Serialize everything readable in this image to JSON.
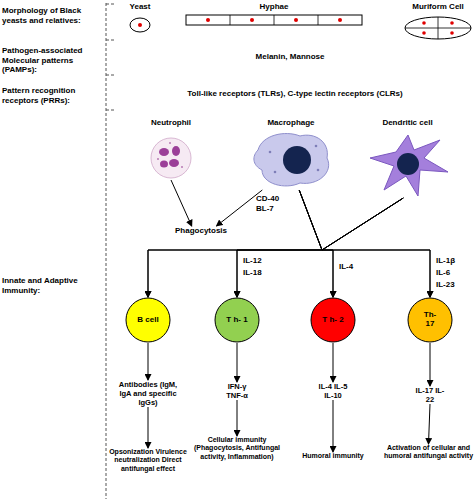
{
  "diagram": {
    "nodes": [
      {
        "text": [
          "Yeast"
        ]
      },
      {
        "text": [
          "Hyphae"
        ]
      },
      {
        "text": [
          "Muriform Cell"
        ]
      },
      {
        "text": [
          "Neutrophil"
        ]
      },
      {
        "text": [
          "Macrophage"
        ]
      },
      {
        "text": [
          "Dendritic cell"
        ]
      },
      {
        "text": [
          "Phagocytosis"
        ]
      },
      {
        "text": [
          "B cell"
        ]
      },
      {
        "text": [
          "T h- 1"
        ]
      },
      {
        "text": [
          "T h- 2"
        ]
      },
      {
        "text": [
          "Th- 17"
        ]
      },
      {
        "text": [
          "Antibodies (IgM, IgA and specific IgGs)"
        ]
      },
      {
        "text": [
          "IFN-γ TNF-α"
        ]
      },
      {
        "text": [
          "IL-4 IL-5 IL-10"
        ]
      },
      {
        "text": [
          "IL-17 IL-22"
        ]
      },
      {
        "text": [
          "Opsonization Virulence neutralization Direct antifungal effect"
        ]
      },
      {
        "text": [
          "Cellular immunity (Phagocytosis, Antifungal activity, Inflammation)"
        ]
      },
      {
        "text": [
          "Humoral immunity"
        ]
      },
      {
        "text": [
          "Activation of cellular and humoral antifungal activity"
        ]
      }
    ],
    "edges": [
      {
        "from": 3,
        "to": 6,
        "arrow": "to"
      },
      {
        "from": 4,
        "to": 6,
        "arrow": "to"
      },
      {
        "from": 4,
        "to": 7,
        "arrow": "to"
      },
      {
        "from": 4,
        "to": 8,
        "arrow": "to"
      },
      {
        "from": 4,
        "to": 9,
        "arrow": "to"
      },
      {
        "from": 4,
        "to": 10,
        "arrow": "to"
      },
      {
        "from": 5,
        "to": 7,
        "arrow": "to"
      },
      {
        "from": 5,
        "to": 8,
        "arrow": "to"
      },
      {
        "from": 5,
        "to": 9,
        "arrow": "to"
      },
      {
        "from": 5,
        "to": 10,
        "arrow": "to"
      },
      {
        "from": 7,
        "to": 11,
        "arrow": "to"
      },
      {
        "from": 8,
        "to": 12,
        "arrow": "to"
      },
      {
        "from": 9,
        "to": 13,
        "arrow": "to"
      },
      {
        "from": 10,
        "to": 14,
        "arrow": "to"
      },
      {
        "from": 11,
        "to": 15,
        "arrow": "to"
      },
      {
        "from": 12,
        "to": 16,
        "arrow": "to"
      },
      {
        "from": 13,
        "to": 17,
        "arrow": "to"
      },
      {
        "from": 14,
        "to": 18,
        "arrow": "to"
      }
    ],
    "labels": [
      "Morphology of Black yeasts and relatives:",
      "Pathogen-associated Molecular patterns (PAMPs):",
      "Pattern recognition receptors (PRRs):",
      "Melanin, Mannose",
      "Toll-like receptors (TLRs), C-type lectin receptors (CLRs)",
      "Innate and Adaptive Immunity:",
      "CD-40",
      "BL-7",
      "IL-12",
      "IL-18",
      "IL-4",
      "IL-1β",
      "IL-6",
      "IL-23"
    ]
  }
}
